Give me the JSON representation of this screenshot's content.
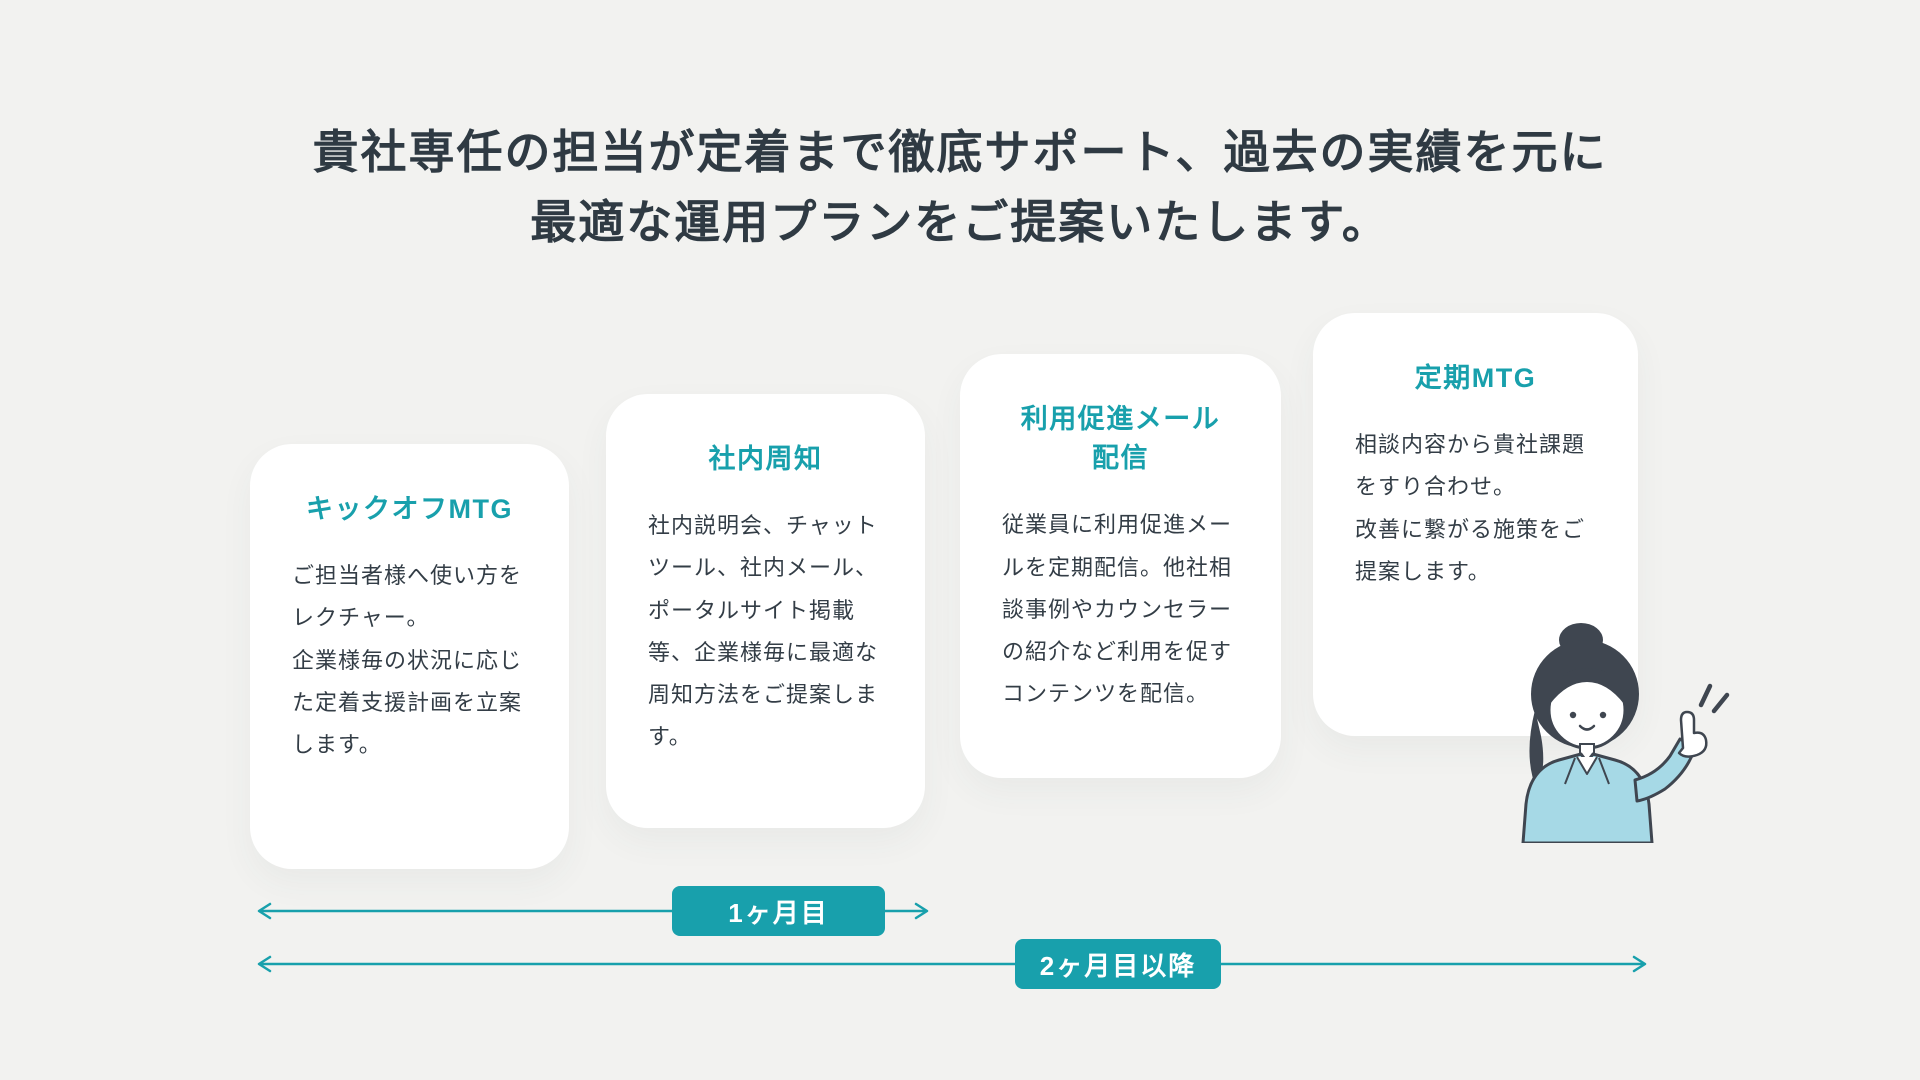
{
  "meta": {
    "background_color": "#f2f2f0",
    "accent_color": "#18a0ac",
    "text_color": "#333d46",
    "card_background": "#ffffff"
  },
  "title": {
    "line1": "貴社専任の担当が定着まで徹底サポート、過去の実績を元に",
    "line2": "最適な運用プランをご提案いたします。"
  },
  "cards": [
    {
      "heading": "キックオフMTG",
      "body": "ご担当者様へ使い方をレクチャー。\n企業様毎の状況に応じた定着支援計画を立案します。"
    },
    {
      "heading": "社内周知",
      "body": "社内説明会、チャットツール、社内メール、ポータルサイト掲載等、企業様毎に最適な周知方法をご提案します。"
    },
    {
      "heading": "利用促進メール\n配信",
      "body": "従業員に利用促進メールを定期配信。他社相談事例やカウンセラーの紹介など利用を促すコンテンツを配信。"
    },
    {
      "heading": "定期MTG",
      "body": "相談内容から貴社課題をすり合わせ。\n改善に繋がる施策をご提案します。"
    }
  ],
  "timeline": {
    "period1_label": "1ヶ月目",
    "period2_label": "2ヶ月目以降"
  },
  "illustration": {
    "name": "pointing-woman"
  }
}
